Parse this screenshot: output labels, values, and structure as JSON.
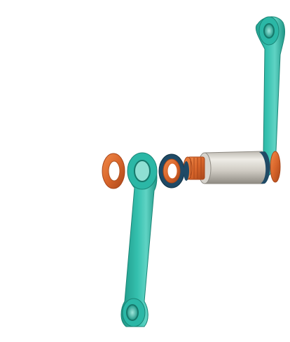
{
  "scene": {
    "subject": "exploded-crank-assembly",
    "parts": [
      "right-crank-arm",
      "spindle-sleeve",
      "splined-spindle-end",
      "bearing-ring",
      "left-crank-arm",
      "washer-ring",
      "right-end-cap"
    ]
  },
  "colors": {
    "background": "#ffffff",
    "arm_teal": "#2bb7a6",
    "arm_teal_shadow": "#1f9686",
    "arm_teal_highlight": "#5fd3c4",
    "copper": "#d9662b",
    "copper_dark": "#a8461a",
    "sleeve_light": "#e2e0da",
    "sleeve_mid": "#bdb9b1",
    "sleeve_dark": "#8e8a82",
    "bearing_navy": "#1f4a66"
  }
}
